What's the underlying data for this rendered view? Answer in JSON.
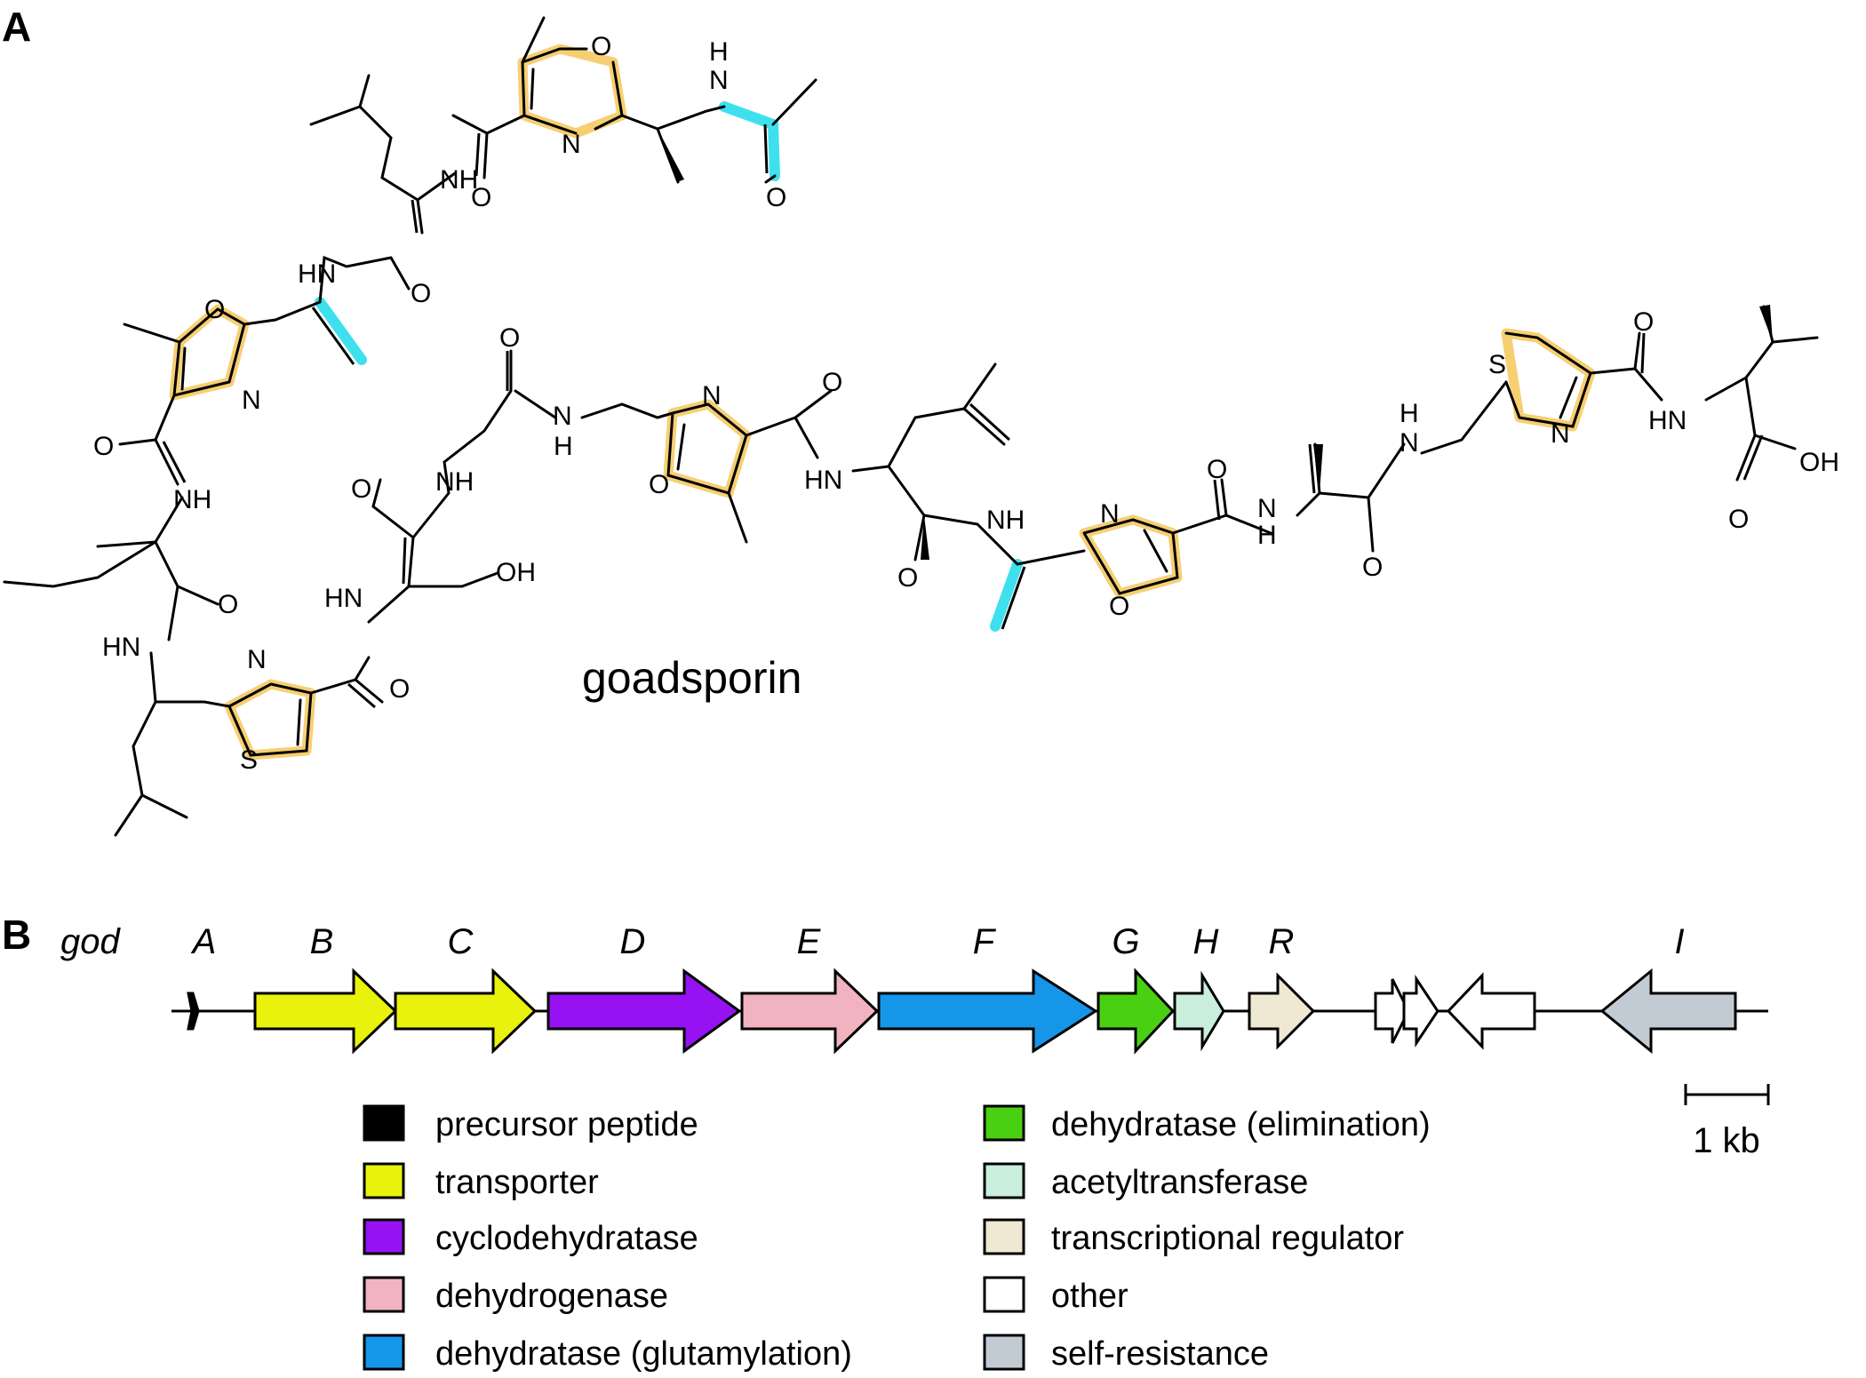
{
  "panels": {
    "a_label": "A",
    "b_label": "B"
  },
  "molecule": {
    "name": "goadsporin",
    "atoms": {
      "top_oxazole_O": "O",
      "top_oxazole_N": "N",
      "top_amide_NH": "N",
      "top_amide_H": "H",
      "acetyl_O": "O",
      "carbonyl_O_1": "O",
      "val_NH": "NH",
      "hn_1": "HN",
      "carbonyl_O_2": "O",
      "left_oxazole_O": "O",
      "left_oxazole_N": "N",
      "carbonyl_O_3": "O",
      "ile_NH": "NH",
      "carbonyl_O_4": "O",
      "hn_2": "HN",
      "left_thiazole_N": "N",
      "left_thiazole_S": "S",
      "carbonyl_O_5": "O",
      "hn_3": "HN",
      "oh_ser": "OH",
      "carbonyl_O_6": "O",
      "gly_NH": "NH",
      "carbonyl_O_7": "O",
      "mid_N": "N",
      "mid_H": "H",
      "mid_oxazole_N": "N",
      "mid_oxazole_O": "O",
      "carbonyl_O_8": "O",
      "hn_4": "HN",
      "carbonyl_O_9": "O",
      "nh_5": "NH",
      "right_oxazole_N": "N",
      "right_oxazole_O": "O",
      "carbonyl_O_10": "O",
      "nh_6_N": "N",
      "nh_6_H": "H",
      "carbonyl_O_11": "O",
      "nh_7_H": "H",
      "nh_7_N": "N",
      "right_thiazole_S": "S",
      "right_thiazole_N": "N",
      "carbonyl_O_12": "O",
      "hn_8": "HN",
      "acid_O": "O",
      "acid_OH": "OH"
    }
  },
  "gene_cluster": {
    "cluster_name": "god",
    "genes": [
      {
        "letter": "A",
        "function": "precursor peptide",
        "direction": "forward"
      },
      {
        "letter": "B",
        "function": "transporter",
        "direction": "forward"
      },
      {
        "letter": "C",
        "function": "transporter",
        "direction": "forward"
      },
      {
        "letter": "D",
        "function": "cyclodehydratase",
        "direction": "forward"
      },
      {
        "letter": "E",
        "function": "dehydrogenase",
        "direction": "forward"
      },
      {
        "letter": "F",
        "function": "dehydratase (glutamylation)",
        "direction": "forward"
      },
      {
        "letter": "G",
        "function": "dehydratase (elimination)",
        "direction": "forward"
      },
      {
        "letter": "H",
        "function": "acetyltransferase",
        "direction": "forward"
      },
      {
        "letter": "R",
        "function": "transcriptional regulator",
        "direction": "forward"
      },
      {
        "letter": "",
        "function": "other",
        "direction": "forward"
      },
      {
        "letter": "",
        "function": "other",
        "direction": "forward"
      },
      {
        "letter": "",
        "function": "other",
        "direction": "reverse"
      },
      {
        "letter": "I",
        "function": "self-resistance",
        "direction": "reverse"
      }
    ],
    "scale_bar": "1 kb"
  },
  "legend": [
    {
      "label": "precursor peptide",
      "color": "#000000"
    },
    {
      "label": "transporter",
      "color": "#e8f20c"
    },
    {
      "label": "cyclodehydratase",
      "color": "#9612f2"
    },
    {
      "label": "dehydrogenase",
      "color": "#f2b3c0"
    },
    {
      "label": "dehydratase (glutamylation)",
      "color": "#1696e8"
    },
    {
      "label": "dehydratase (elimination)",
      "color": "#49d012"
    },
    {
      "label": "acetyltransferase",
      "color": "#c9eedc"
    },
    {
      "label": "transcriptional regulator",
      "color": "#efe8d2"
    },
    {
      "label": "other",
      "color": "#ffffff"
    },
    {
      "label": "self-resistance",
      "color": "#c2cbd3"
    }
  ],
  "highlight_colors": {
    "heterocycle": "#f7cf73",
    "dehydro": "#3fe0ee"
  }
}
